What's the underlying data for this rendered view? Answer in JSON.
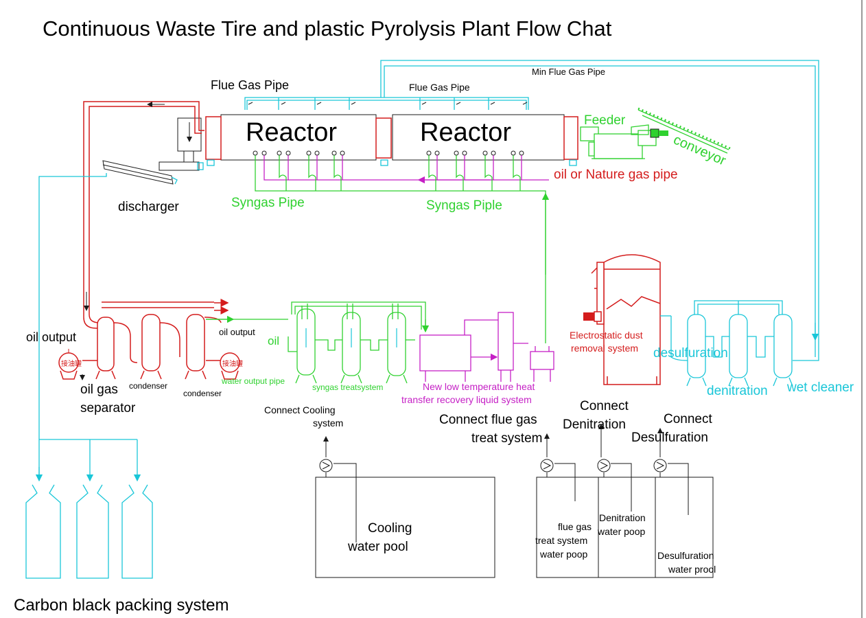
{
  "title": "Continuous Waste Tire and plastic Pyrolysis Plant Flow Chat",
  "colors": {
    "black": "#1a1a1a",
    "cyan": "#19c6d8",
    "green": "#2fd12f",
    "red": "#d41c1c",
    "magenta": "#c51fc5"
  },
  "labels": {
    "flue_gas_pipe_1": "Flue Gas Pipe",
    "flue_gas_pipe_2": "Flue Gas Pipe",
    "min_flue_gas_pipe": "Min Flue Gas Pipe",
    "reactor_1": "Reactor",
    "reactor_2": "Reactor",
    "feeder": "Feeder",
    "conveyor": "conveyor",
    "oil_gas_pipe": "oil  or Nature gas pipe",
    "discharger": "discharger",
    "syngas_pipe": "Syngas Pipe",
    "syngas_piple": "Syngas Piple",
    "oil_output_1": "oil output",
    "oil_output_2": "oil output",
    "oil_gas_separator_1": "oil gas",
    "oil_gas_separator_2": "separator",
    "condenser_1": "condenser",
    "condenser_2": "condenser",
    "water_output_pipe": "water output pipe",
    "oil_short": "oil",
    "syngas_treat": "syngas treatsystem",
    "new_low_temp_1": "New low temperature heat",
    "new_low_temp_2": "transfer recovery liquid system",
    "electrostatic_1": "Electrostatic dust",
    "electrostatic_2": "removal system",
    "desulfuration": "desulfuration",
    "denitration": "denitration",
    "wet_cleaner": "wet cleaner",
    "connect_cooling_1": "Connect Cooling",
    "connect_cooling_2": "system",
    "connect_flue_1": "Connect flue gas",
    "connect_flue_2": "treat system",
    "connect_denit_1": "Connect",
    "connect_denit_2": "Denitration",
    "connect_desulf_1": "Connect",
    "connect_desulf_2": "Desulfuration",
    "cooling_pool_1": "Cooling",
    "cooling_pool_2": "water pool",
    "flue_pool_1": "flue gas",
    "flue_pool_2": "treat system",
    "flue_pool_3": "water poop",
    "denit_pool_1": "Denitration",
    "denit_pool_2": "water poop",
    "desulf_pool_1": "Desulfuration",
    "desulf_pool_2": "water prool",
    "carbon_black": "Carbon black packing system",
    "tank_glyph": "接油罐"
  }
}
